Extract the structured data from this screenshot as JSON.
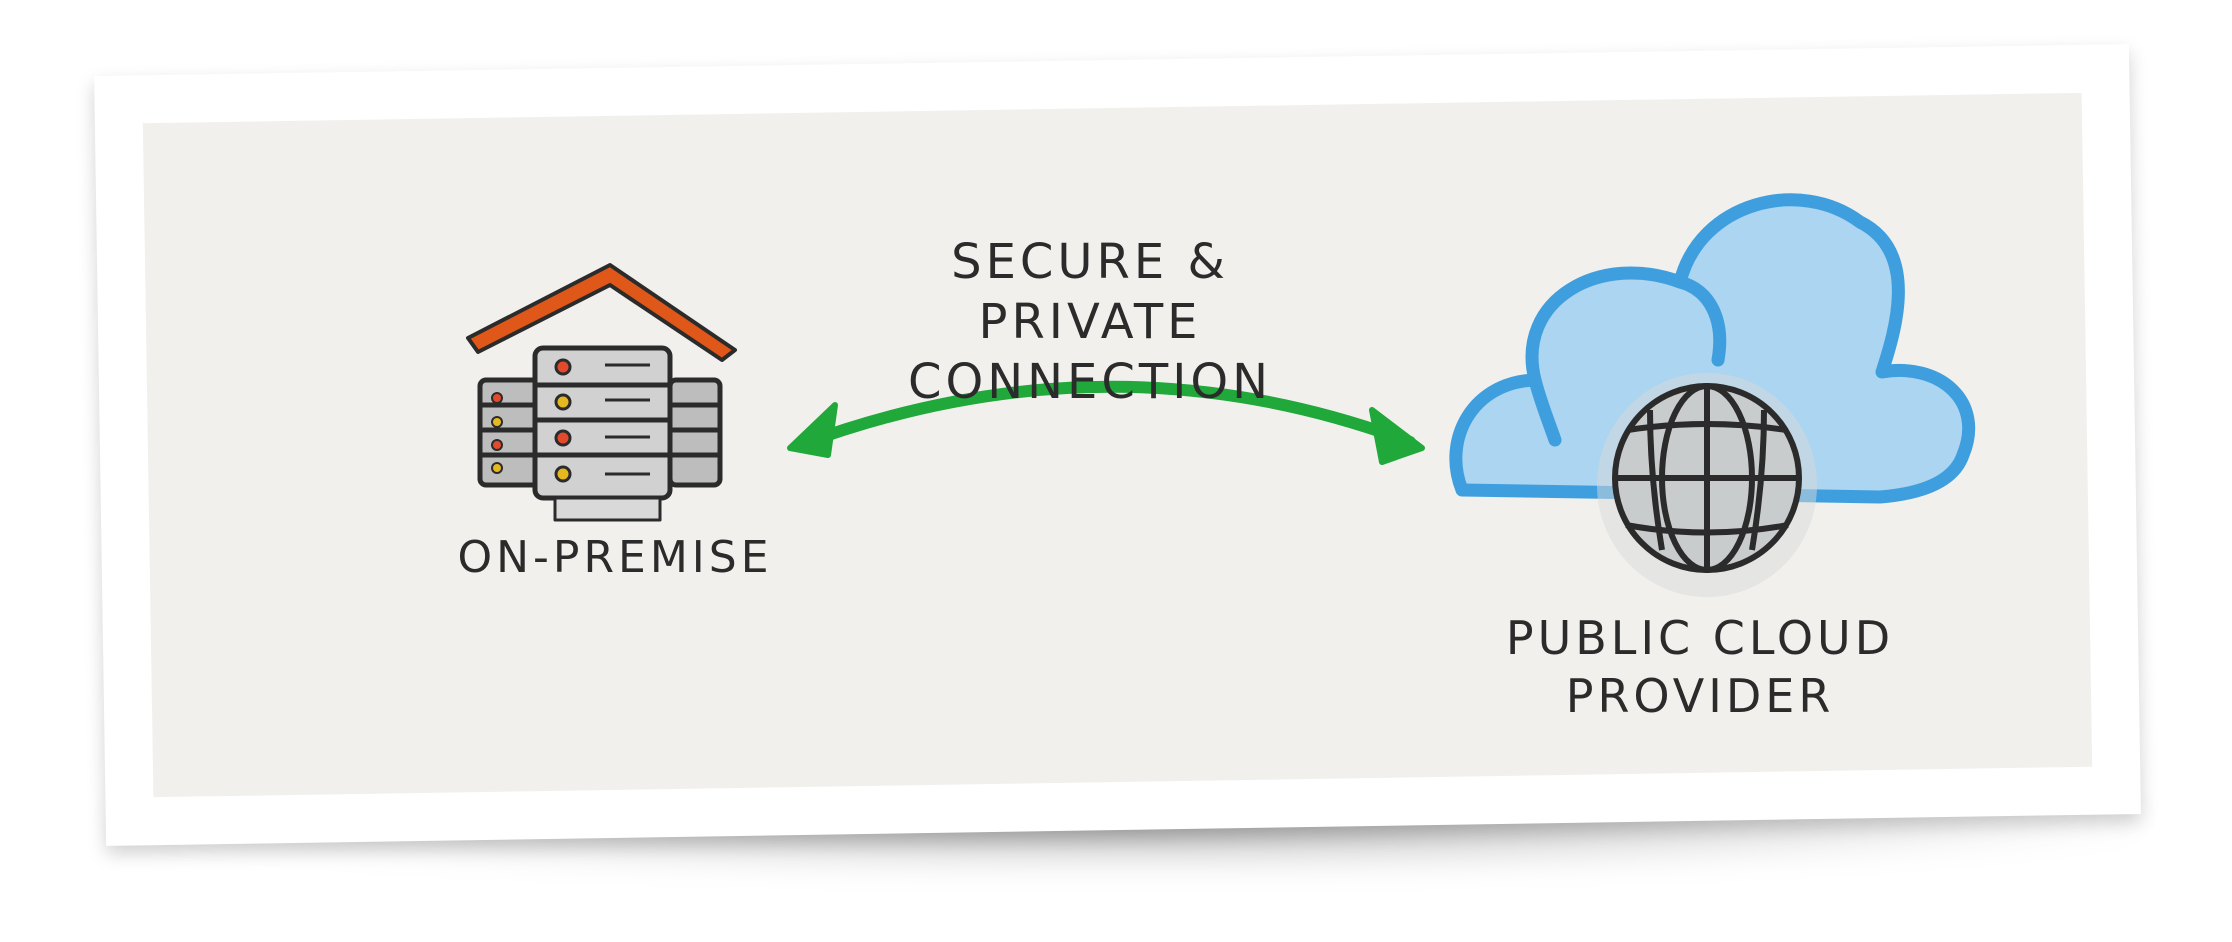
{
  "labels": {
    "connection_line1": "SECURE & PRIVATE",
    "connection_line2": "CONNECTION",
    "on_premise": "ON-PREMISE",
    "cloud_line1": "PUBLIC CLOUD",
    "cloud_line2": "PROVIDER"
  },
  "colors": {
    "roof": "#e0571a",
    "arrow": "#20a83a",
    "cloud": "#3f9fde",
    "cloud_fill": "#9fd0f0",
    "server": "#c9c9c9",
    "ink": "#2b2b2b",
    "led_red": "#e14a2b",
    "led_yellow": "#e6b820"
  },
  "icons": [
    "house-roof-icon",
    "server-rack-icon",
    "bidirectional-arrow-icon",
    "cloud-icon",
    "globe-icon"
  ]
}
